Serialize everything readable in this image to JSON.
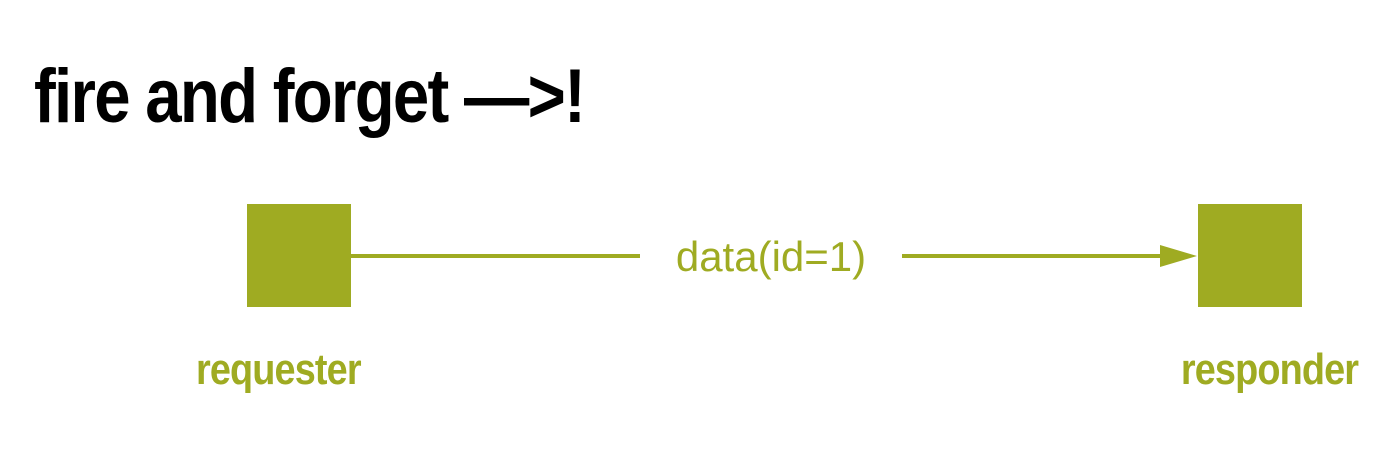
{
  "title": "fire and forget —>!",
  "colors": {
    "accent": "#9fab22",
    "title": "#000000",
    "background": "#ffffff"
  },
  "nodes": {
    "requester": {
      "label": "requester"
    },
    "responder": {
      "label": "responder"
    }
  },
  "edge": {
    "label": "data(id=1)",
    "direction": "requester-to-responder"
  }
}
